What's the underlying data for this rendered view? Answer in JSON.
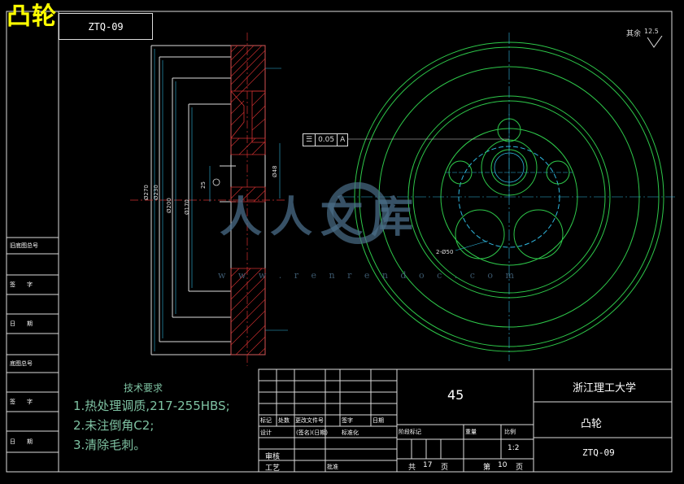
{
  "drawing": {
    "title": "凸轮",
    "code": "ZTQ-09",
    "material": "45",
    "school": "浙江理工大学",
    "part_name": "凸轮",
    "part_code": "ZTQ-09",
    "scale": "1:2",
    "total_label": "共",
    "total_pages": "17",
    "page_unit": "页",
    "current_label": "第",
    "current_page": "10"
  },
  "tech_requirements": {
    "title": "技术要求",
    "items": [
      "1.热处理调质,217-255HBS;",
      "2.未注倒角C2;",
      "3.清除毛刺。"
    ]
  },
  "left_column": [
    "旧底图总号",
    "签　　字",
    "日　　期",
    "底图总号",
    "签　　字",
    "日　　期"
  ],
  "title_block": {
    "row_labels_a": [
      "标记",
      "处数",
      "更改文件号",
      "签字",
      "日期"
    ],
    "row_labels_b": [
      "设计",
      "(签名)(日期)",
      "标准化"
    ],
    "review": "审核",
    "process": "工艺",
    "approve": "批准",
    "stage_mark": "阶段标记",
    "weight": "重量",
    "ratio": "比例"
  },
  "annotations": {
    "roughness_label": "其余",
    "roughness_value": "12.5",
    "tolerance_symbol": "☰",
    "tolerance_value": "0.05",
    "tolerance_datum": "A",
    "d270": "Ø270",
    "d230": "Ø230",
    "d200": "Ø200",
    "d170": "Ø170",
    "d48": "Ø48",
    "d25": "25",
    "r50": "2-Ø50"
  },
  "watermark": {
    "text": "人人文库",
    "url": "w w w . r e n r e n d o c . c o m"
  },
  "colors": {
    "green": "#2ec84a",
    "cyan": "#2fb8e0",
    "red": "#d03030",
    "yellow": "#ffff00",
    "frame": "#dcdcdc"
  }
}
